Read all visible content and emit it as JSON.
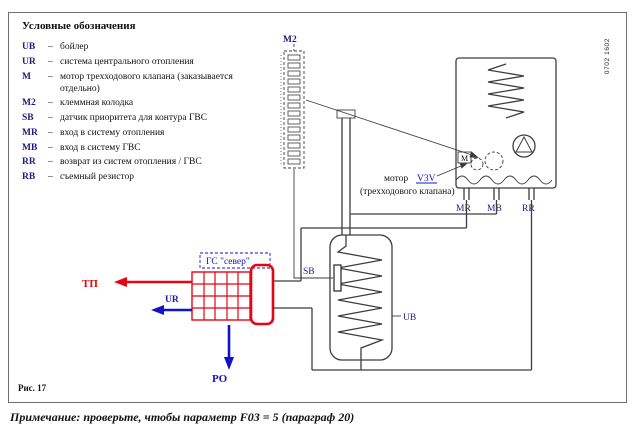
{
  "page": {
    "side_code": "0702 1602",
    "fig_label": "Рис. 17",
    "note": "Примечание: проверьте, чтобы параметр F03 = 5 (параграф 20)"
  },
  "colors": {
    "accent_red": "#e30613",
    "accent_blue": "#1212cc",
    "label_navy": "#1c1c7c",
    "line": "#3d3d3d"
  },
  "legend": {
    "title": "Условные обозначения",
    "separator": "–",
    "items": [
      {
        "abbr": "UB",
        "text": "бойлер"
      },
      {
        "abbr": "UR",
        "text": "система центрального отопления"
      },
      {
        "abbr": "M",
        "text": "мотор трехходового клапана (заказывается отдельно)"
      },
      {
        "abbr": "M2",
        "text": "клеммная колодка"
      },
      {
        "abbr": "SB",
        "text": "датчик приоритета для контура ГВС"
      },
      {
        "abbr": "MR",
        "text": "вход в систему отопления"
      },
      {
        "abbr": "MB",
        "text": "вход в систему ГВС"
      },
      {
        "abbr": "RR",
        "text": "возврат из систем отопления / ГВС"
      },
      {
        "abbr": "RB",
        "text": "съемный резистор"
      }
    ]
  },
  "diagram": {
    "labels": {
      "m2": "M2",
      "m": "M",
      "motor_word": "мотор",
      "v3v": "V3V",
      "motor_paren": "(трехходового клапана)",
      "mr": "MR",
      "mb": "MB",
      "rr": "RR",
      "sb": "SB",
      "ub": "UB",
      "ur": "UR",
      "tp": "ТП",
      "ro": "РО",
      "gs": "ГС \"север\""
    }
  }
}
